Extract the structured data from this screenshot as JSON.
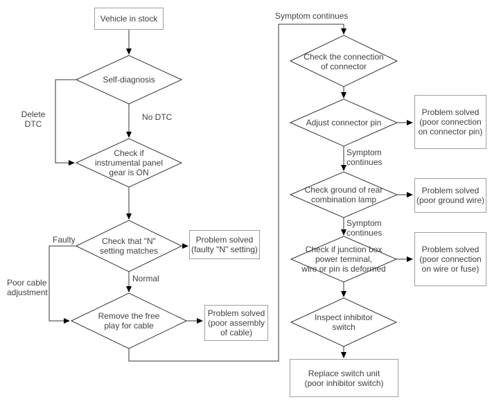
{
  "diagram": {
    "kind": "troubleshooting-flowchart",
    "colors": {
      "background": "#ffffff",
      "line": "#333333",
      "box_border": "#9e9e9e",
      "text": "#404040",
      "arrowhead": "#000000"
    },
    "nodes": {
      "vehicle_in_stock": "Vehicle in stock",
      "self_diagnosis": "Self-diagnosis",
      "check_panel_gear": "Check if\ninstrumental panel\ngear is ON",
      "check_n_setting": "Check that \"N\"\nsetting matches",
      "remove_free_play": "Remove the free\nplay for cable",
      "problem_faulty_n": "Problem solved\n(faulty \"N\" setting)",
      "problem_poor_assembly": "Problem solved\n(poor assembly\nof cable)",
      "check_connection": "Check the connection\nof connector",
      "adjust_connector_pin": "Adjust connector pin",
      "problem_connector_pin": "Problem solved\n(poor connection\non connector pin)",
      "check_ground": "Check ground of rear\ncombination lamp",
      "problem_ground_wire": "Problem solved\n(poor ground wire)",
      "check_junction_box": "Check if junction box\npower terminal,\nwire or pin is deformed",
      "problem_wire_fuse": "Problem solved\n(poor connection\non wire or fuse)",
      "inspect_inhibitor": "Inspect inhibitor\nswitch",
      "replace_switch_unit": "Replace switch unit\n(poor inhibitor switch)"
    },
    "edge_labels": {
      "delete_dtc": "Delete\nDTC",
      "no_dtc": "No DTC",
      "faulty": "Faulty",
      "normal": "Normal",
      "poor_cable_adjustment": "Poor cable\nadjustment",
      "symptom_continues_top": "Symptom continues",
      "symptom_continues_1": "Symptom\ncontinues",
      "symptom_continues_2": "Symptom\ncontinues"
    }
  }
}
